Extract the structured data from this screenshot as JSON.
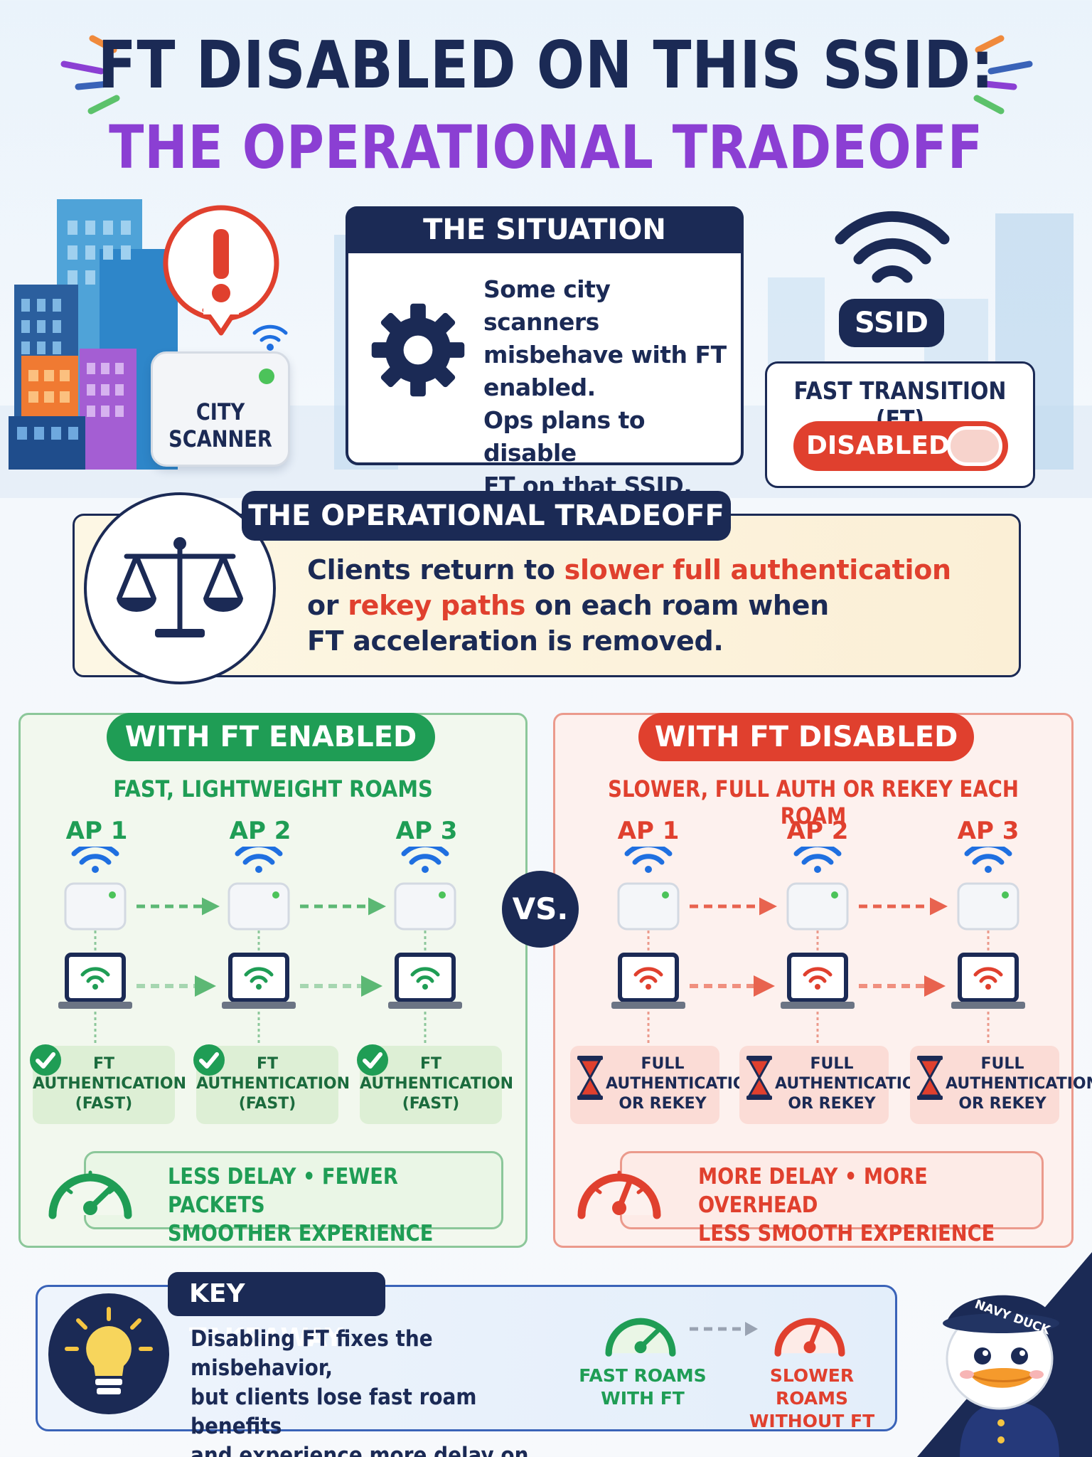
{
  "title": {
    "line1": "FT DISABLED ON THIS SSID:",
    "line2": "THE OPERATIONAL TRADEOFF"
  },
  "scanner": {
    "label_line1": "CITY",
    "label_line2": "SCANNER"
  },
  "situation": {
    "heading": "THE SITUATION",
    "lines": [
      "Some city scanners",
      "misbehave with FT",
      "enabled.",
      "Ops plans to disable",
      "FT on that SSID."
    ]
  },
  "ssid": {
    "badge": "SSID",
    "ft_label": "FAST TRANSITION (FT)",
    "toggle_label": "DISABLED"
  },
  "tradeoff": {
    "heading": "THE OPERATIONAL TRADEOFF",
    "line1_pre": "Clients return to ",
    "line1_hl": "slower full authentication",
    "line2_pre": "or ",
    "line2_hl": "rekey paths",
    "line2_post": " on each roam when",
    "line3": "FT acceleration is removed."
  },
  "enabled": {
    "heading": "WITH FT ENABLED",
    "subheading": "FAST, LIGHTWEIGHT ROAMS",
    "aps": [
      "AP 1",
      "AP 2",
      "AP 3"
    ],
    "auth": [
      [
        "FT",
        "AUTHENTICATION",
        "(FAST)"
      ],
      [
        "FT",
        "AUTHENTICATION",
        "(FAST)"
      ],
      [
        "FT",
        "AUTHENTICATION",
        "(FAST)"
      ]
    ],
    "summary_line1": "LESS DELAY • FEWER PACKETS",
    "summary_line2": "SMOOTHER EXPERIENCE"
  },
  "disabled": {
    "heading": "WITH FT DISABLED",
    "subheading": "SLOWER, FULL AUTH OR REKEY EACH ROAM",
    "aps": [
      "AP 1",
      "AP 2",
      "AP 3"
    ],
    "auth": [
      [
        "FULL",
        "AUTHENTICATION",
        "OR REKEY"
      ],
      [
        "FULL",
        "AUTHENTICATION",
        "OR REKEY"
      ],
      [
        "FULL",
        "AUTHENTICATION",
        "OR REKEY"
      ]
    ],
    "summary_line1": "MORE DELAY • MORE OVERHEAD",
    "summary_line2": "LESS SMOOTH EXPERIENCE"
  },
  "vs": "VS.",
  "takeaway": {
    "heading": "KEY TAKEAWAY",
    "lines": [
      "Disabling FT fixes the misbehavior,",
      "but clients lose fast roam benefits",
      "and experience more delay on every roam."
    ],
    "fast_line1": "FAST ROAMS",
    "fast_line2": "WITH FT",
    "slow_line1": "SLOWER ROAMS",
    "slow_line2": "WITHOUT FT"
  },
  "mascot": {
    "cap_text": "NAVY DUCK"
  },
  "colors": {
    "navy": "#1b2a55",
    "purple": "#8b3fd3",
    "green": "#1f9d55",
    "red": "#e0402e",
    "wifi_blue": "#1f6fe0"
  }
}
